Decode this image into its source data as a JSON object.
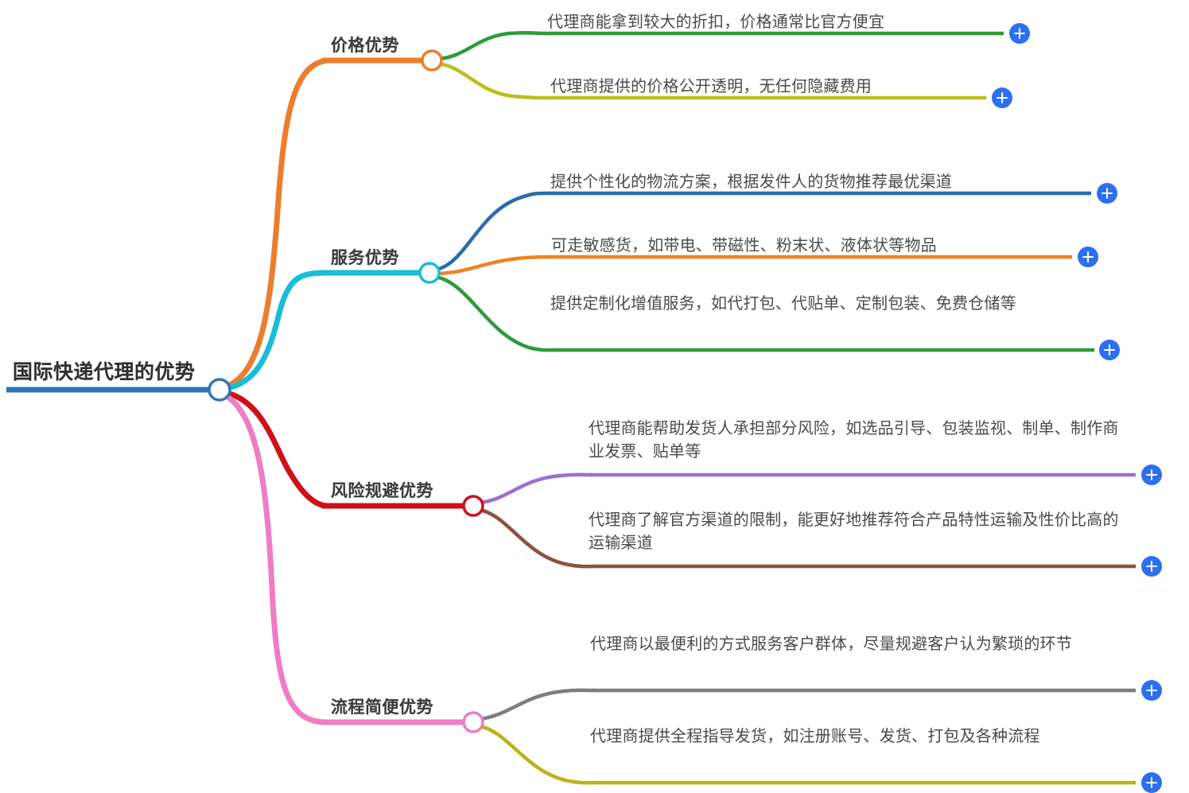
{
  "diagram": {
    "type": "mind-map",
    "root": {
      "label": "国际快递代理的优势",
      "underline_color": "#2e75b6",
      "node_ring_color": "#2e75b6"
    },
    "expand_icon_name": "plus-icon",
    "expand_icon_color": "#2c6ff0",
    "branches": [
      {
        "label": "价格优势",
        "color": "#ed7d2b",
        "children": [
          {
            "text": "代理商能拿到较大的折扣，价格通常比官方便宜",
            "color": "#2e9b35",
            "lines": 1
          },
          {
            "text": "代理商提供的价格公开透明，无任何隐藏费用",
            "color": "#bdbe1a",
            "lines": 1
          }
        ]
      },
      {
        "label": "服务优势",
        "color": "#18bdd8",
        "children": [
          {
            "text": "提供个性化的物流方案，根据发件人的货物推荐最优渠道",
            "color": "#2a6cab",
            "lines": 1
          },
          {
            "text": "可走敏感货，如带电、带磁性、粉末状、液体状等物品",
            "color": "#ef8322",
            "lines": 1
          },
          {
            "text": "提供定制化增值服务，如代打包、代贴单、定制包装、免费仓储等",
            "color": "#2d9a3c",
            "lines": 2
          }
        ]
      },
      {
        "label": "风险规避优势",
        "color": "#cf1018",
        "children": [
          {
            "text": "代理商能帮助发货人承担部分风险，如选品引导、包装监视、制单、制作商业发票、贴单等",
            "color": "#9a6fd4",
            "lines": 2
          },
          {
            "text": "代理商了解官方渠道的限制，能更好地推荐符合产品特性运输及性价比高的运输渠道",
            "color": "#8d5140",
            "lines": 2
          }
        ]
      },
      {
        "label": "流程简便优势",
        "color": "#ef7cc4",
        "children": [
          {
            "text": "代理商以最便利的方式服务客户群体，尽量规避客户认为繁琐的环节",
            "color": "#7d7d7d",
            "lines": 2
          },
          {
            "text": "代理商提供全程指导发货，如注册账号、发货、打包及各种流程",
            "color": "#bdb21a",
            "lines": 2
          }
        ]
      }
    ]
  }
}
